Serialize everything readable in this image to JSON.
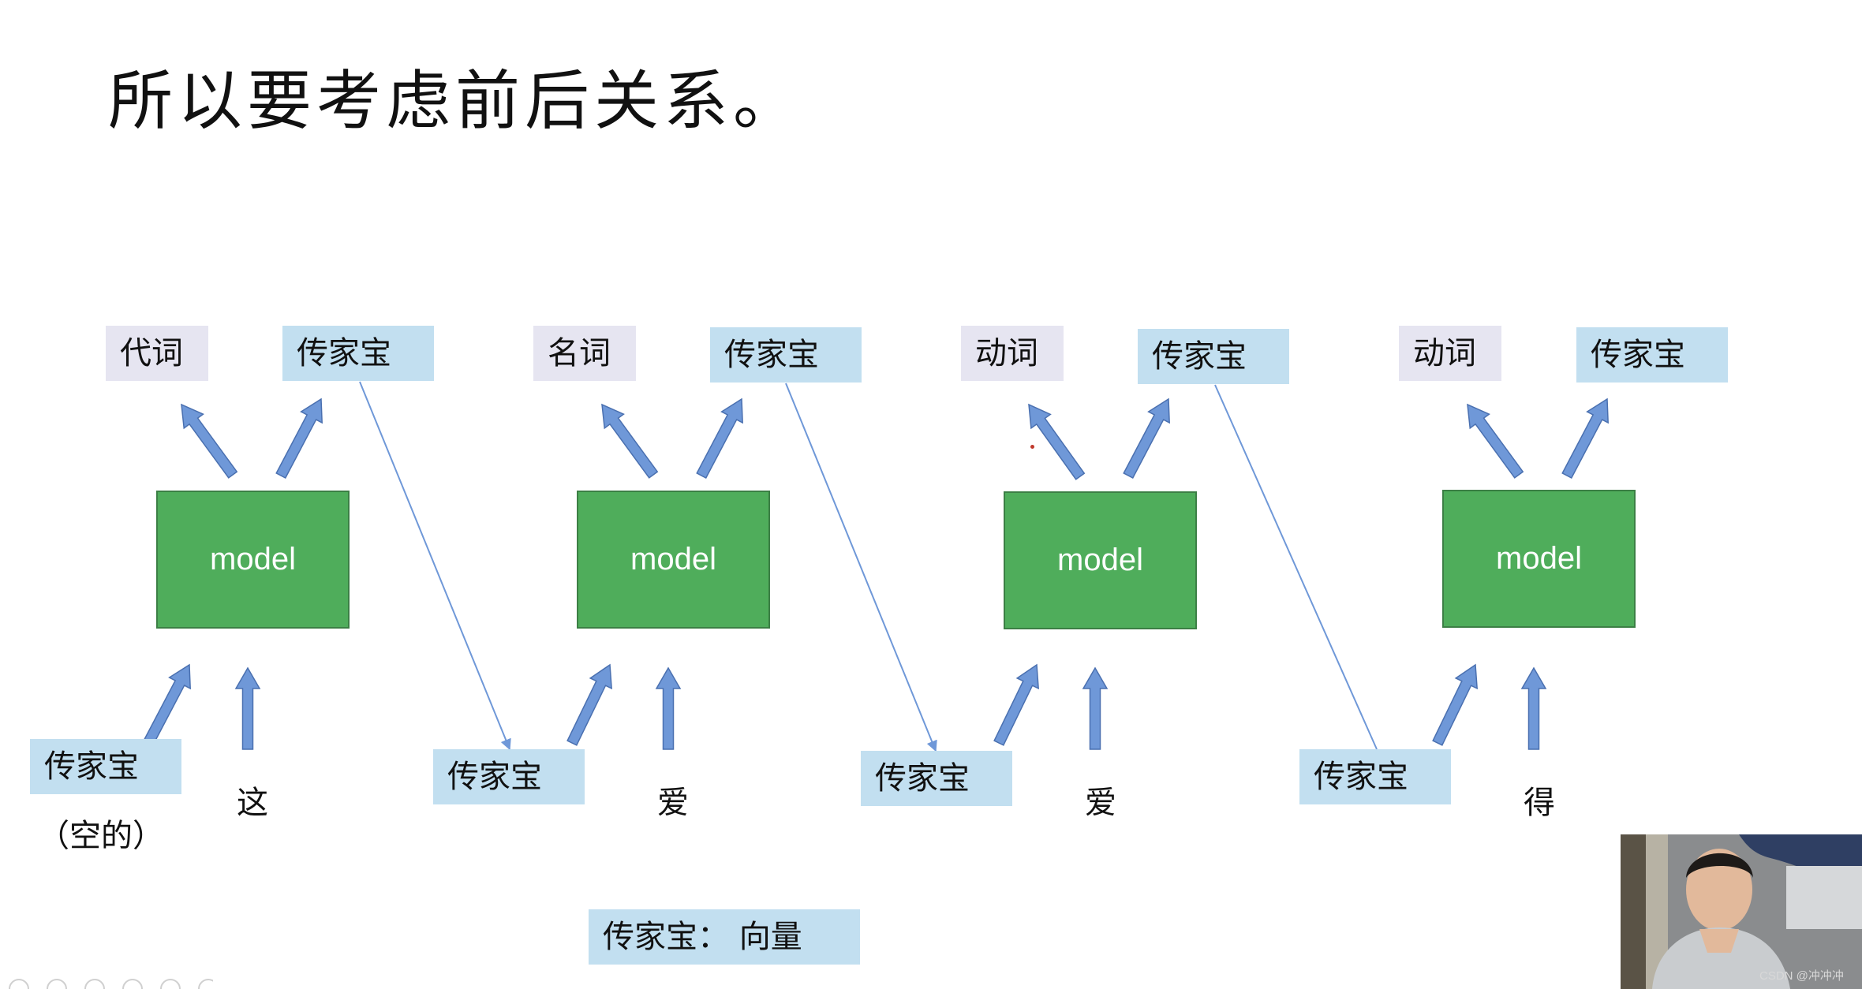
{
  "slide": {
    "title": "所以要考虑前后关系。",
    "note_empty": "（空的）",
    "legend": "传家宝： 向量"
  },
  "steps": [
    {
      "pos_label": "代词",
      "state_out": "传家宝",
      "model": "model",
      "state_in": "传家宝",
      "input_word": "这"
    },
    {
      "pos_label": "名词",
      "state_out": "传家宝",
      "model": "model",
      "state_in": "传家宝",
      "input_word": "爱"
    },
    {
      "pos_label": "动词",
      "state_out": "传家宝",
      "model": "model",
      "state_in": "传家宝",
      "input_word": "爱"
    },
    {
      "pos_label": "动词",
      "state_out": "传家宝",
      "model": "model",
      "state_in": "传家宝",
      "input_word": "得"
    }
  ],
  "watermark": "CSDN @冲冲冲",
  "colors": {
    "model_fill": "#4fad5b",
    "state_box": "#c2dff0",
    "label_box": "#e6e5f1",
    "arrow": "#6f98d8"
  }
}
